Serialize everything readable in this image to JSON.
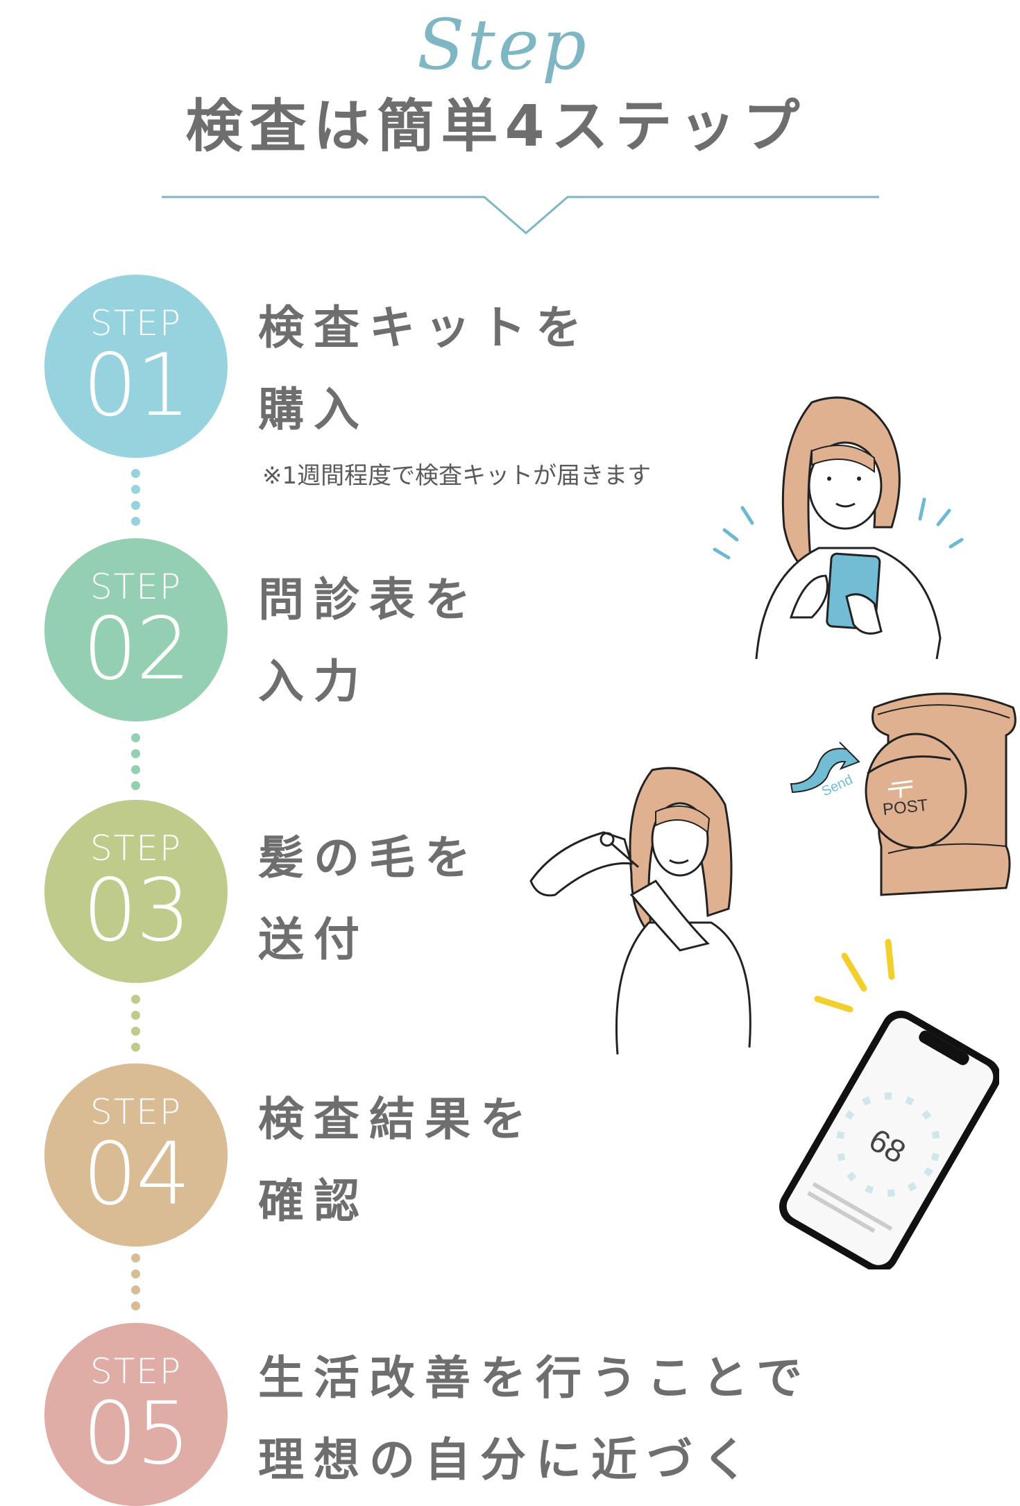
{
  "header": {
    "script_title": "Step",
    "title": "検査は簡単4ステップ",
    "accent_color": "#7fb6c4"
  },
  "steps": [
    {
      "label": "STEP",
      "number": "01",
      "color": "#97d2df",
      "line1": "検査キットを",
      "line2": "購入",
      "note": "※1週間程度で検査キットが届きます"
    },
    {
      "label": "STEP",
      "number": "02",
      "color": "#93cfb0",
      "line1": "問診表を",
      "line2": "入力"
    },
    {
      "label": "STEP",
      "number": "03",
      "color": "#bfcb8b",
      "line1": "髪の毛を",
      "line2": "送付"
    },
    {
      "label": "STEP",
      "number": "04",
      "color": "#d9bb94",
      "line1": "検査結果を",
      "line2": "確認"
    },
    {
      "label": "STEP",
      "number": "05",
      "color": "#e0aca6",
      "line1": "生活改善を行うことで",
      "line2": "理想の自分に近づく"
    }
  ],
  "illustrations": {
    "post_box": {
      "send_label": "Send",
      "post_label": "POST"
    },
    "phone": {
      "score": "68"
    }
  }
}
